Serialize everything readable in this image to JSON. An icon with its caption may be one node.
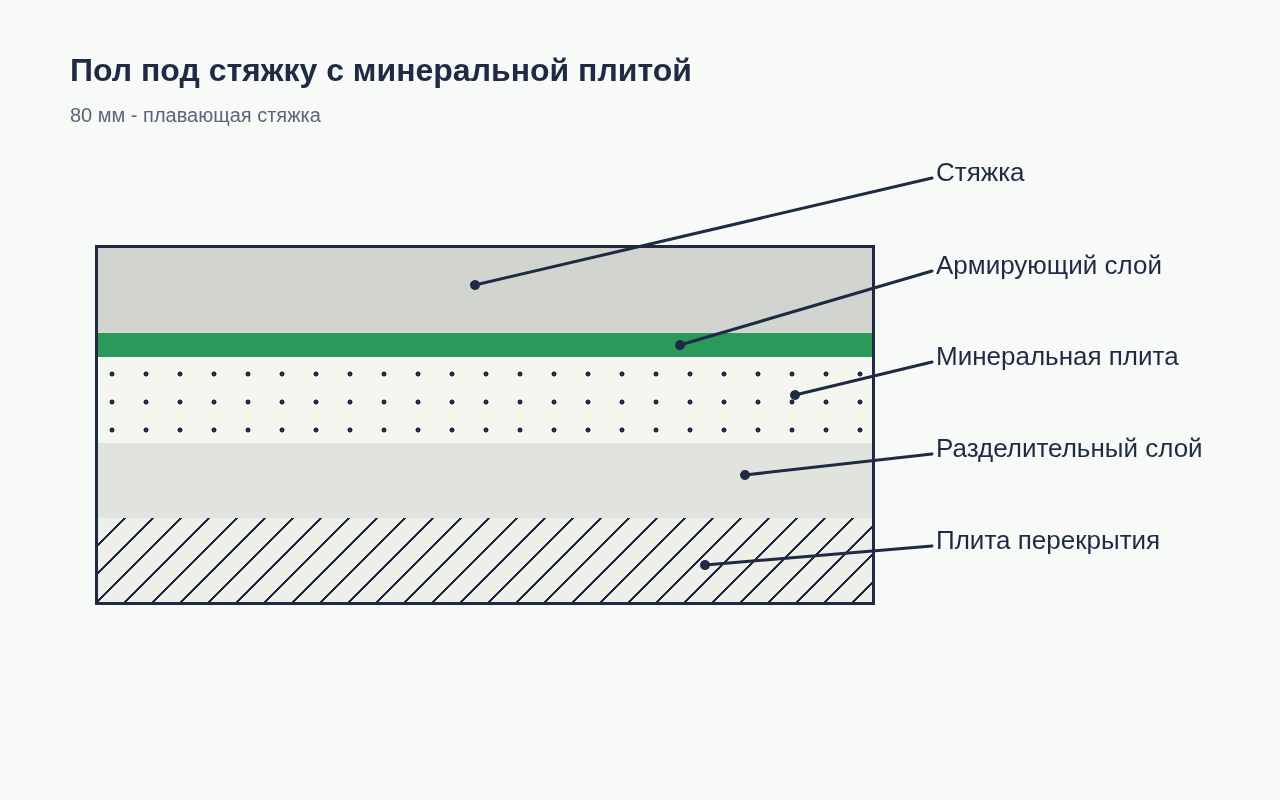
{
  "diagram": {
    "title": "Пол под стяжку с минеральной плитой",
    "nodes": [
      {
        "text": [
          "Стяжка"
        ]
      },
      {
        "text": [
          "Армирующий слой"
        ]
      },
      {
        "text": [
          "Минеральная плита"
        ]
      },
      {
        "text": [
          "Разделительный слой"
        ]
      },
      {
        "text": [
          "Плита перекрытия"
        ]
      },
      {
        "text": [],
        "shape": "bar"
      },
      {
        "text": [],
        "shape": "bar"
      },
      {
        "text": [],
        "shape": "bar"
      },
      {
        "text": [],
        "shape": "bar"
      },
      {
        "text": [],
        "shape": "bar"
      }
    ],
    "edges": [
      {
        "from": 0,
        "to": 5,
        "arrow": "other"
      },
      {
        "from": 1,
        "to": 6,
        "arrow": "other"
      },
      {
        "from": 2,
        "to": 7,
        "arrow": "other"
      },
      {
        "from": 3,
        "to": 8,
        "arrow": "other"
      },
      {
        "from": 4,
        "to": 9,
        "arrow": "other"
      }
    ],
    "labels": [
      "80 мм - плавающая стяжка"
    ]
  }
}
